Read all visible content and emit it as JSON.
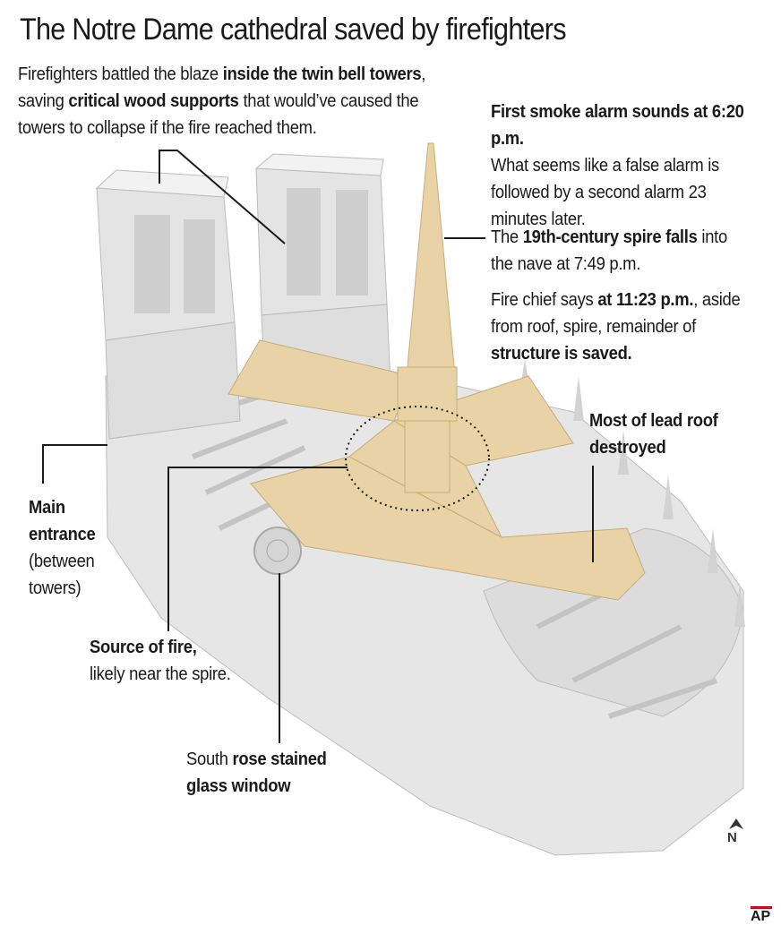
{
  "title": "The Notre Dame cathedral saved by firefighters",
  "annotations": {
    "towers": {
      "t1": "Firefighters battled the blaze ",
      "b1": "inside the twin bell towers",
      "t2": ",",
      "t3": "saving ",
      "b2": "critical wood supports",
      "t4": " that would’ve caused the",
      "t5": "towers to collapse if the fire reached them."
    },
    "alarm": {
      "heading": "First smoke alarm sounds at 6:20 p.m.",
      "l1": "What seems like a false alarm is",
      "l2": "followed by a second alarm 23",
      "l3": "minutes later."
    },
    "spire": {
      "t1": "The ",
      "b1": "19th-century spire falls",
      "t2": " into",
      "l2": "the nave at 7:49 p.m."
    },
    "chief": {
      "t1": "Fire chief says ",
      "b1": "at 11:23 p.m.",
      "t2": ", aside",
      "l2": "from roof, spire, remainder of",
      "b2": "structure is saved."
    },
    "roof": {
      "l1": "Most of lead roof",
      "l2": "destroyed"
    },
    "entrance": {
      "b1": "Main",
      "b2": "entrance",
      "l3": "(between",
      "l4": "towers)"
    },
    "source": {
      "b1": "Source of fire,",
      "l2": "likely near the spire."
    },
    "rose": {
      "t1": "South ",
      "b1": "rose stained",
      "b2": "glass window"
    }
  },
  "north_label": "N",
  "credit": "AP",
  "colors": {
    "roof": "#e9d3a6",
    "stone": "#e6e6e6",
    "stone_dark": "#c9c9c9",
    "line": "#1a1a1a",
    "ap_red": "#d0021b"
  }
}
